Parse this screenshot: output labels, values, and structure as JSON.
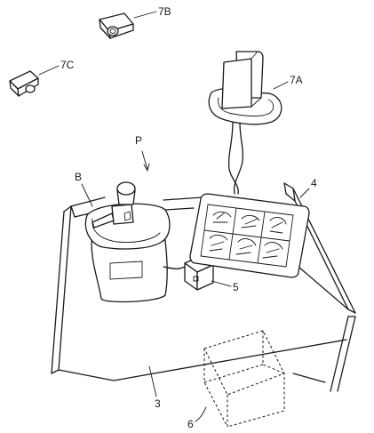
{
  "labels": {
    "cam_7b": "7B",
    "cam_7c": "7C",
    "cam_7a": "7A",
    "person": "P",
    "bottle": "B",
    "display": "4",
    "sensor": "5",
    "table": "3",
    "zone": "6"
  }
}
